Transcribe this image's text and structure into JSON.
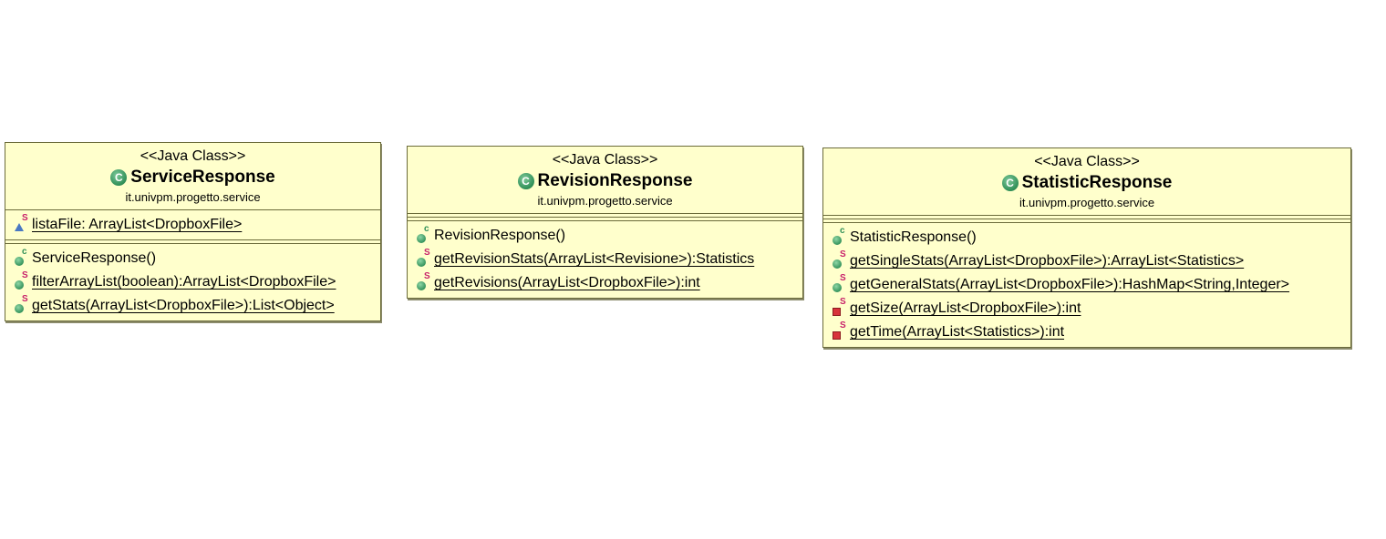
{
  "diagram": {
    "classes": [
      {
        "stereotype": "<<Java Class>>",
        "name": "ServiceResponse",
        "package": "it.univpm.progetto.service",
        "attributes": [
          {
            "text": "listaFile: ArrayList<DropboxFile>",
            "icon": "static-field-icon",
            "underline": true
          }
        ],
        "methods": [
          {
            "text": "ServiceResponse()",
            "icon": "constructor-icon",
            "underline": false
          },
          {
            "text": "filterArrayList(boolean):ArrayList<DropboxFile>",
            "icon": "static-public-method-icon",
            "underline": true
          },
          {
            "text": "getStats(ArrayList<DropboxFile>):List<Object>",
            "icon": "static-public-method-icon",
            "underline": true
          }
        ]
      },
      {
        "stereotype": "<<Java Class>>",
        "name": "RevisionResponse",
        "package": "it.univpm.progetto.service",
        "attributes": [],
        "methods": [
          {
            "text": "RevisionResponse()",
            "icon": "constructor-icon",
            "underline": false
          },
          {
            "text": "getRevisionStats(ArrayList<Revisione>):Statistics",
            "icon": "static-public-method-icon",
            "underline": true
          },
          {
            "text": "getRevisions(ArrayList<DropboxFile>):int",
            "icon": "static-public-method-icon",
            "underline": true
          }
        ]
      },
      {
        "stereotype": "<<Java Class>>",
        "name": "StatisticResponse",
        "package": "it.univpm.progetto.service",
        "attributes": [],
        "methods": [
          {
            "text": "StatisticResponse()",
            "icon": "constructor-icon",
            "underline": false
          },
          {
            "text": "getSingleStats(ArrayList<DropboxFile>):ArrayList<Statistics>",
            "icon": "static-public-method-icon",
            "underline": true
          },
          {
            "text": "getGeneralStats(ArrayList<DropboxFile>):HashMap<String,Integer>",
            "icon": "static-public-method-icon",
            "underline": true
          },
          {
            "text": "getSize(ArrayList<DropboxFile>):int",
            "icon": "static-private-method-icon",
            "underline": true
          },
          {
            "text": "getTime(ArrayList<Statistics>):int",
            "icon": "static-private-method-icon",
            "underline": true
          }
        ]
      }
    ]
  }
}
